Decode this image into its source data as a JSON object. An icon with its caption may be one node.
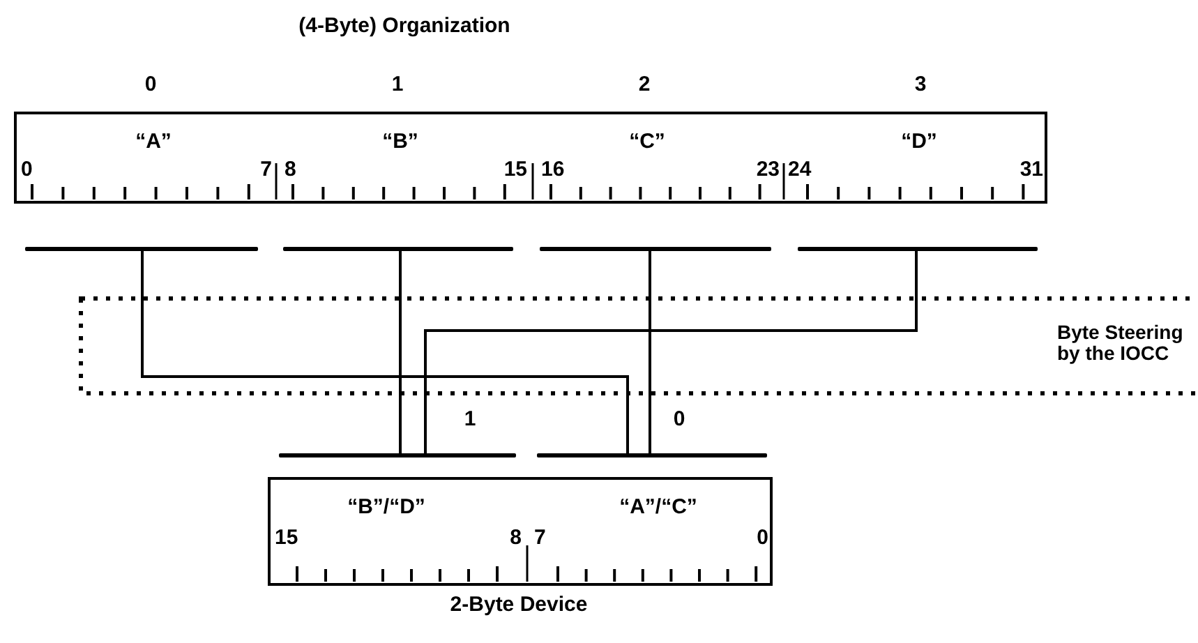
{
  "diagram": {
    "title": "(4-Byte) Organization",
    "nodes": [
      {
        "text": [
          "“A”",
          "“B”",
          "“C”",
          "“D”",
          "0",
          "7",
          "8",
          "15",
          "16",
          "23",
          "24",
          "31"
        ]
      },
      {
        "text": [],
        "shape": "bar"
      },
      {
        "text": [],
        "shape": "bar"
      },
      {
        "text": [],
        "shape": "bar"
      },
      {
        "text": [],
        "shape": "bar"
      },
      {
        "text": [],
        "shape": "bar"
      },
      {
        "text": [],
        "shape": "bar"
      },
      {
        "text": [
          "“B”/“D”",
          "“A”/“C”",
          "15",
          "8",
          "7",
          "0"
        ],
        "beside": [
          "2-Byte Device"
        ]
      }
    ],
    "edges": [
      {
        "from": 1,
        "to": 6,
        "arrow": "none"
      },
      {
        "from": 2,
        "to": 5,
        "arrow": "none"
      },
      {
        "from": 3,
        "to": 6,
        "arrow": "none"
      },
      {
        "from": 4,
        "to": 5,
        "arrow": "none"
      }
    ],
    "labels": [
      "0",
      "1",
      "2",
      "3",
      "Byte Steering by the IOCC",
      "1",
      "0"
    ]
  }
}
